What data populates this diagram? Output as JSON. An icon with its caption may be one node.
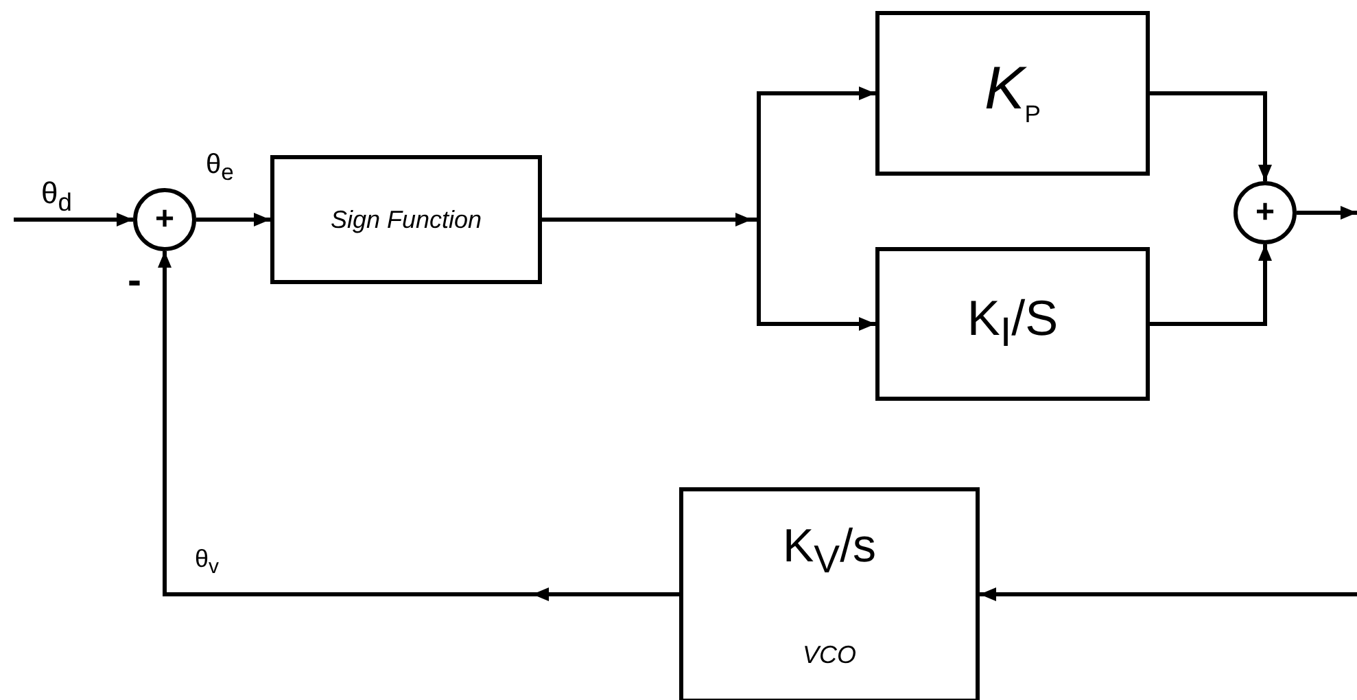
{
  "diagram": {
    "nodes": [
      {
        "text": [
          "+"
        ]
      },
      {
        "text": [
          "Sign Function"
        ]
      },
      {
        "text": [
          "*K*$_{P}$"
        ]
      },
      {
        "text": [
          "K$_{I}$/S"
        ]
      },
      {
        "text": [
          "+"
        ]
      },
      {
        "text": [
          "K$_{V}$/s",
          "VCO"
        ]
      }
    ],
    "edges": [
      {
        "from": null,
        "to": 0,
        "arrow": "to",
        "label": "θ$_{d}$"
      },
      {
        "from": 0,
        "to": 1,
        "arrow": "to",
        "label": "θ$_{e}$"
      },
      {
        "from": 1,
        "to": 2,
        "arrow": "to"
      },
      {
        "from": 1,
        "to": 3,
        "arrow": "to"
      },
      {
        "from": 2,
        "to": 4,
        "arrow": "to"
      },
      {
        "from": 3,
        "to": 4,
        "arrow": "to"
      },
      {
        "from": 4,
        "to": null,
        "arrow": "to"
      },
      {
        "from": null,
        "to": 5,
        "arrow": "to"
      },
      {
        "from": 5,
        "to": 0,
        "arrow": "to",
        "label": "θ$_{v}$"
      }
    ],
    "labels": [
      "-"
    ]
  }
}
